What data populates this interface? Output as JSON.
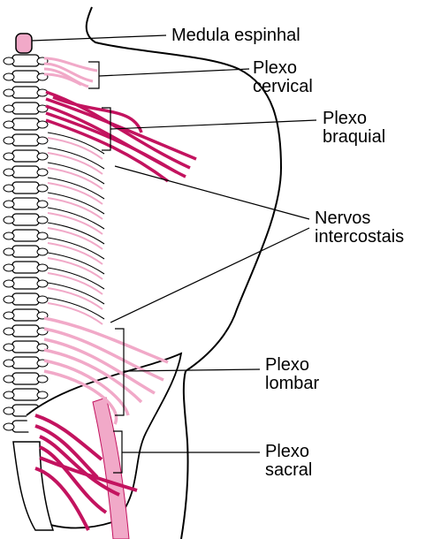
{
  "labels": {
    "medula": "Medula espinhal",
    "cervical": [
      "Plexo",
      "cervical"
    ],
    "braquial": [
      "Plexo",
      "braquial"
    ],
    "intercostais": [
      "Nervos",
      "intercostais"
    ],
    "lombar": [
      "Plexo",
      "lombar"
    ],
    "sacral": [
      "Plexo",
      "sacral"
    ]
  },
  "colors": {
    "nerve_dark": "#c3135f",
    "nerve_light": "#f1a9c8",
    "outline": "#000000",
    "background": "#ffffff"
  }
}
